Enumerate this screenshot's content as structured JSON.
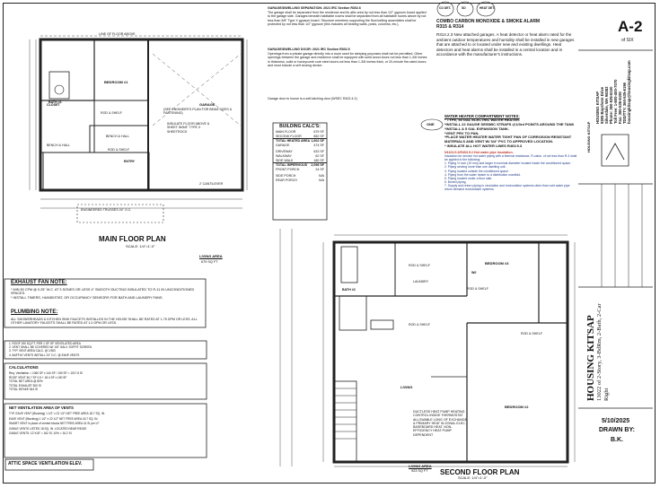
{
  "sheet": {
    "number": "A-2",
    "of": "of SIX",
    "drawn_date": "5/10/2025",
    "drawn_by_label": "DRAWN BY:",
    "drawn_by": "B.K."
  },
  "company": {
    "name": "HOUSING KITSAP",
    "project": "13022 of 2-Story, 3-BdRm, 2-Bath, 2-Car Right",
    "logo_text": "HOUSING KITSAP",
    "contact_lines": [
      "HOUSING KITSAP",
      "9265 Bayshore Drive",
      "Silverdale, WA 98383",
      "Phone: 360-535-6100",
      "Toll Free: 1-800-400-7070",
      "Fax: 360-535-6190",
      "TDD/TTY: 360-535-6196",
      "housingkitsap@housingkitsap.com"
    ]
  },
  "detectors": {
    "icons": [
      "CO DET.",
      "SD",
      "HEAT DET."
    ],
    "heading": "COMBO CARBON MONOXIDE & SMOKE ALARM",
    "codes": "R315 & R314",
    "body": "R314.2.3 New attached garages. A heat detector or heat alarm rated for the ambient outdoor temperatures and humidity shall be installed in new garages that are attached to or located under new and existing dwellings. Heat detectors and heat alarms shall be installed in a central location and in accordance with the manufacturer's instructions."
  },
  "garage_notes": {
    "heading": "GARAGE/DWELLING SEPARATION: 2021 IRC Section R302.6",
    "body": "The garage shall be separated from the residence and its attic area by not less than 1/2\" gypsum board applied to the garage side. Garages beneath habitable rooms shall be separated from all habitable rooms above by not less than 5/8\" Type X gypsum board. Structure members supporting the floor/ceiling assemblies shall be protected by not less than 1/2\" gypsum (this includes all bearing walls, posts, columns, etc.).",
    "door_heading": "GARAGE/DWELLING DOOR: 2021 IRC Section R302.5",
    "door_body": "Openings from a private garage directly into a room used for sleeping purposes shall not be permitted. Other openings between the garage and residence shall be equipped with solid wood doors not less than 1-3/8 inches in thickness, solid or honeycomb core steel doors not less than 1-3/8 inches thick, or 20-minute fire-rated doors and must include a self closing device.",
    "footer": "Garage door to house is a self-latching door (WSEC R402.4.2)"
  },
  "building_calcs": {
    "heading": "BUILDING CALC'S:",
    "rows": [
      {
        "label": "MAIN FLOOR",
        "value": "679 SF"
      },
      {
        "label": "SECOND FLOOR",
        "value": "852 SF"
      },
      {
        "label": "TOTAL HEATED AREA",
        "value": "1,602 SF"
      },
      {
        "label": "GARAGE",
        "value": "474 SF"
      },
      {
        "label": "DRIVEWAY",
        "value": "633 SF"
      },
      {
        "label": "WALKWAY",
        "value": "62 SF"
      },
      {
        "label": "SIDE WALK",
        "value": "180 SF"
      },
      {
        "label": "TOTAL IMPERVIOUS",
        "value": "2,098 SF"
      },
      {
        "label": "FRONT PORCH",
        "value": "24 SF"
      },
      {
        "label": "SIDE PORCH",
        "value": "N/A"
      },
      {
        "label": "REAR PORCH",
        "value": "N/A"
      }
    ]
  },
  "water_heater": {
    "badge": "ONE",
    "heading": "WATER HEATER COMPARTMENT NOTES:",
    "lines": [
      "* TYPE, 50 GAL ELECTRIC WATER HEATER.",
      "*INSTALL 22 GAUGE SEISMIC STRAPS @1/3rd POINTS AROUND THE TANK",
      "*INSTALL A 5 GAL EXPANSION TANK.",
      "*VENT PRV TO PAN.",
      "*PLACE WATER HEATER WATER TIGHT PAN OF CORROSION RESISTANT MATERIALS AND VENT W/ 3/4\" PVC TO APPROVED LOCATION.",
      "* INSULATE ALL HOT WATER LINES R403.5.3"
    ],
    "code_heading": "N1103.5.2/R403.5.2 Hot water pipe insulation.",
    "code_lines": [
      "Insulation for service hot water piping with a thermal resistance, R-value, of not less than R-3 shall be applied to the following:",
      "1. Piping ½ inch (19 mm) and larger in nominal diameter located inside the conditioned space.",
      "2. Piping serving more than one dwelling unit.",
      "3. Piping located outside the conditioned space.",
      "4. Piping from the water heater to a distribution manifold.",
      "5. Piping located under a floor slab.",
      "6. Buried piping.",
      "7. Supply and return piping in circulation and recirculation systems other than cold water pipe return demand recirculation systems."
    ]
  },
  "main_floor": {
    "title": "MAIN FLOOR PLAN",
    "scale": "SCALE: 1/4\"=1'-0\"",
    "labels": [
      "BEDROOM #1",
      "CLOSET",
      "BENCH & HALL",
      "BENCH & HALL",
      "ROD & SHELF",
      "ROD & SHELF",
      "BATH #1",
      "ENTRY",
      "GARAGE",
      "(SEE ENGINEER'S PLAN FOR BEAM SIZES & FASTENING)",
      "INSULATE FLOOR ABOVE & SHEET W/5/8\" TYPE X SHEETROCK",
      "LINE OF FLOOR ABOVE",
      "2' CANTILEVER",
      "2' CANTILEVER",
      "LIVING AREA",
      "ENGINEERED TRUSSES 24\" O.C."
    ],
    "living_area_value": "679 SQ FT"
  },
  "second_floor": {
    "title": "SECOND FLOOR PLAN",
    "scale": "SCALE: 1/4\"=1'-0\"",
    "labels": [
      "BEDROOM #3",
      "BEDROOM #2",
      "BATH #2",
      "LAUNDRY",
      "LIVING",
      "ROD & SHELF",
      "ROD & SHELF",
      "ROD & SHELF",
      "ROD & SHELF",
      "W/I",
      "DUCTLESS HEAT PUMP HEATING CONTROL INSIDE THERMOSTAT ALLOWABLE LONG OF EXCHANGE & PRIMARY HEAT IN ZONAL ELEC. BASEBOARD HEAT. NON-EFFICIENCY HEAT PUMP DEPENDENT"
    ],
    "living_area_label": "LIVING AREA",
    "living_area_value": "923 SQ FT"
  },
  "exhaust": {
    "heading": "EXHAUST FAN NOTE:",
    "lines": [
      "* MIN 50 CFM @ 0.25\" W.C. AT 3 SONES OR LESS 4\" SMOOTH DUCTING INSULATED TO R-11 IN UNCONDITIONED SPACES.",
      "* INSTALL TIMERS, HUMIDISTAT, OR OCCUPANCY SENSORS FOR BATH AND LAUNDRY FANS."
    ],
    "plumbing_heading": "PLUMBING NOTE:",
    "plumbing_body": "ALL SHOWERHEADS & KITCHEN SINK FAUCETS INSTALLED IN THE HOUSE SHALL BE RATED AT 1.75 GPM OR LESS. ALL OTHER LAVATORY FAUCETS SHALL BE RATED AT 1.0 GPM OR LESS."
  },
  "attic": {
    "vent_box": [
      "1. ROOF 150 SQ.FT. PER 1 SF OF VENTILATED AREA",
      "2. VENT SHALL BE COVERED W/ 1/8\" GALV. SOFFIT SCREEN",
      "3. TYP. VENT AREA CALC. @ 1/300",
      "4. BAFFLE VENTS INSTALL 24\" O.C. @ EAVE VENTS"
    ],
    "calc_heading": "CALCULATIONS",
    "calc_lines": [
      "Req. Ventilation = 1060 SF x 144 SF / 150 SF = 1017.6 SI",
      "ROOF VENT 36.7 SF 0.5 + 18.4 SF x 150 SF",
      "TOTAL NET AREA @ 80%",
      "TOTAL EXHAUST 500 SI",
      "TOTAL INTAKE 644 SI"
    ],
    "net_heading": "NET VENTILATION AREA OF VENTS",
    "net_lines": [
      "TYP. EAVE VENT (Blocking) 1 1/2\" x 22 1/2\" NET FREE AREA 18.7 SQ. IN.",
      "EAVE VENT (Blocking) 1 1/2\" x 22 1/2\" NET FREE AREA 18.7 SQ. IN.",
      "SMART VENT in place of vented blocks NET FREE AREA 41 SI per LF",
      "GABLE VENTS LISTED 18 SQ. IN. LOCATED NEAR RIDGE",
      "GABLE VENTS: 12\"x18\" = 162 SI, 10% = 16.2 SI"
    ],
    "footer": "ATTIC SPACE VENTILATION ELEV."
  }
}
